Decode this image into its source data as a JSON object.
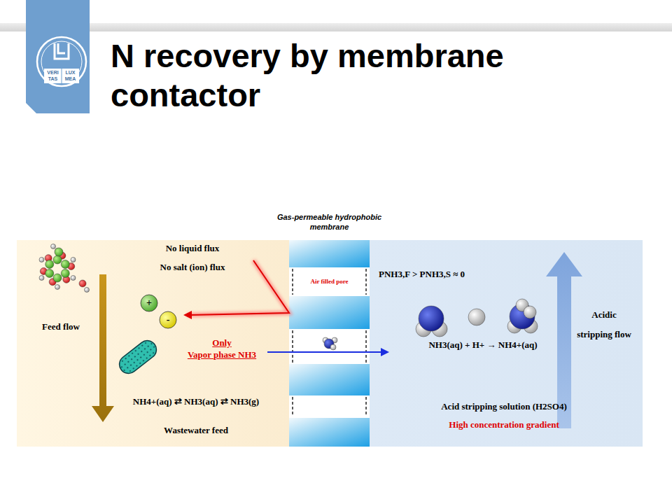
{
  "diagram": {
    "title": "N recovery by membrane contactor",
    "nodes": [
      {
        "text": [
          "Wastewater feed"
        ]
      },
      {
        "text": [
          "Gas-permeable hydrophobic membrane"
        ]
      },
      {
        "text": [
          "Acid stripping solution (H2SO4)",
          "High concentration gradient"
        ]
      }
    ],
    "labels": [
      "VERI",
      "LUX",
      "TAS",
      "MEA",
      "No liquid flux",
      "No salt (ion) flux",
      "Air filled pore",
      "PNH3,F > PNH3,S ≈ 0",
      "+",
      "-",
      "Feed flow",
      "Only",
      "Vapor phase NH3",
      "NH3(aq) + H+ → NH4+(aq)",
      "Acidic stripping flow",
      "NH4+(aq) ⇄ NH3(aq) ⇄ NH3(g)"
    ]
  }
}
